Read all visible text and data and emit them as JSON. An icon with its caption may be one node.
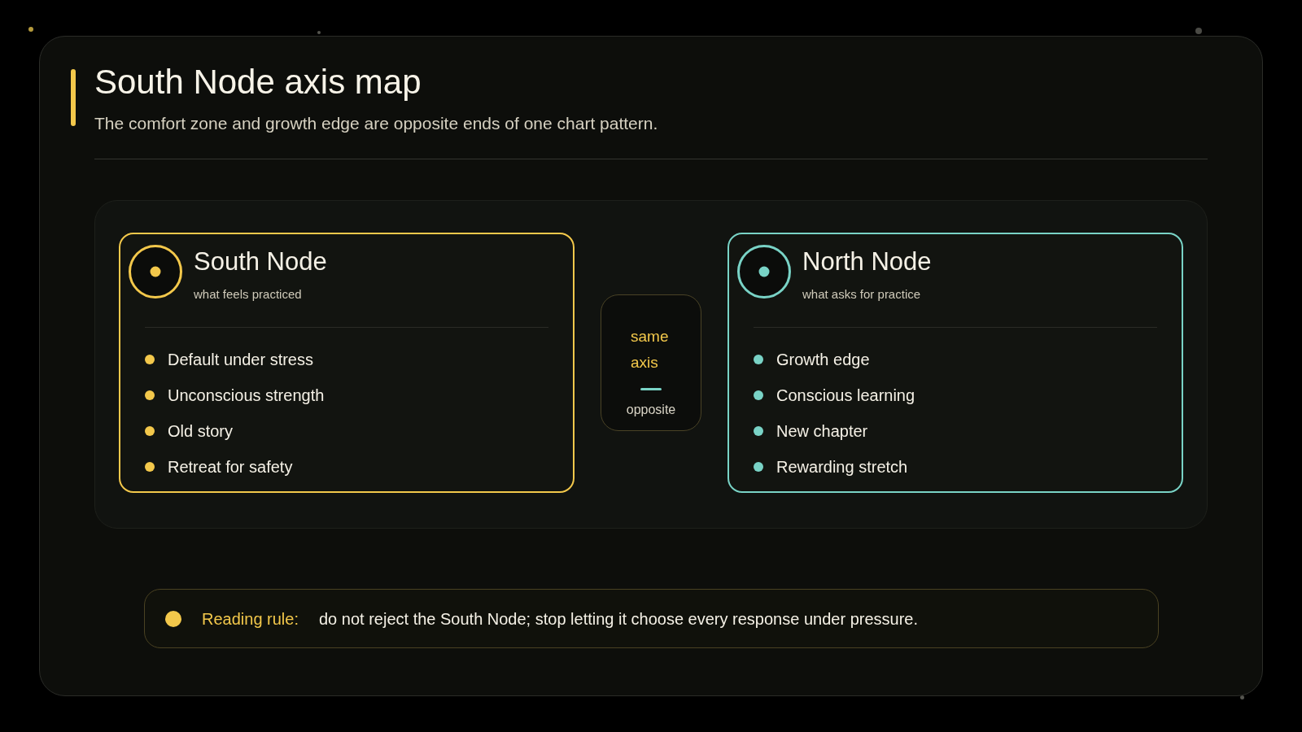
{
  "diagram": {
    "title": "South Node axis map",
    "nodes": [
      {
        "text": [
          "South Node",
          "what feels practiced",
          "Default under stress",
          "Unconscious strength",
          "Old story",
          "Retreat for safety"
        ]
      },
      {
        "text": [
          "same axis",
          "opposite"
        ]
      },
      {
        "text": [
          "North Node",
          "what asks for practice",
          "Growth edge",
          "Conscious learning",
          "New chapter",
          "Rewarding stretch"
        ]
      },
      {
        "text": [
          "Reading rule:",
          "do not reject the South Node; stop letting it choose every response under pressure."
        ]
      }
    ],
    "labels": [
      "The comfort zone and growth edge are opposite ends of one chart pattern."
    ]
  }
}
